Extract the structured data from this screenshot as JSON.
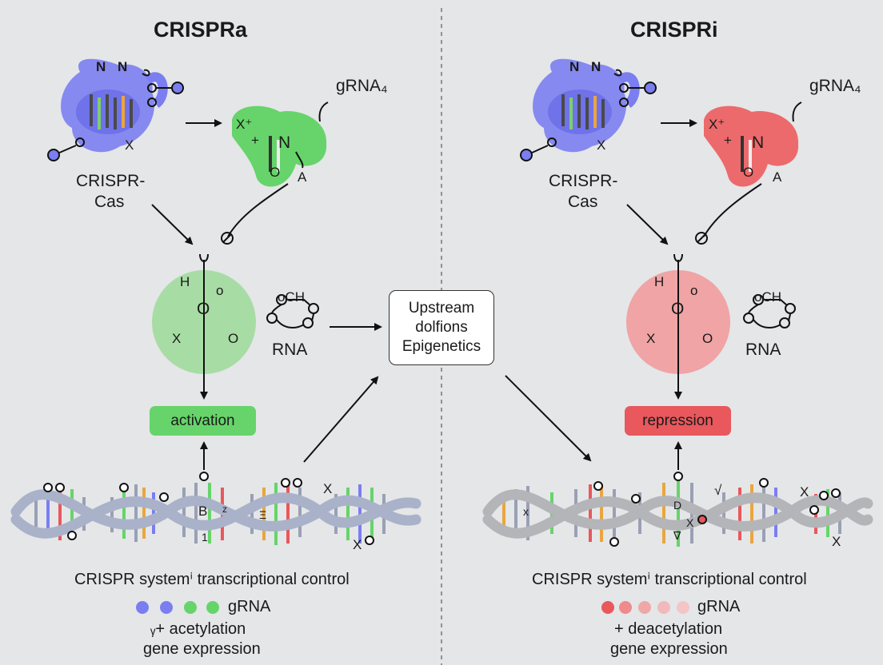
{
  "left": {
    "title": "CRISPRa",
    "complex_label_line1": "CRISPR-",
    "complex_label_line2": "Cas",
    "grna_label": "gRNA₄",
    "effector_letters": [
      "X⁺",
      "+",
      "N",
      "O",
      "A"
    ],
    "complex_letters": [
      "N",
      "N",
      "X"
    ],
    "circle_letters": [
      "H",
      "o",
      "O",
      "X",
      "O"
    ],
    "rna_label": "RNA",
    "rna_tag": "oCH",
    "result_label": "activation",
    "dna_letters": [
      "B",
      "z",
      "Ξ",
      "1",
      "X",
      "X"
    ],
    "caption": "CRISPR systemⁱ transcriptional control",
    "legend_grna": "gRNA",
    "legend_line2": "ᵧ+ acetylation",
    "legend_line3": "gene expression",
    "legend_dot_colors": [
      "#7b7ef0",
      "#7b7ef0",
      "#66d46a",
      "#66d46a"
    ]
  },
  "right": {
    "title": "CRISPRi",
    "complex_label_line1": "CRISPR-",
    "complex_label_line2": "Cas",
    "grna_label": "gRNA₄",
    "effector_letters": [
      "X⁺",
      "+",
      "N",
      "O",
      "A"
    ],
    "complex_letters": [
      "N",
      "N",
      "X"
    ],
    "circle_letters": [
      "H",
      "o",
      "O",
      "X",
      "O"
    ],
    "rna_label": "RNA",
    "rna_tag": "oCH",
    "result_label": "repression",
    "dna_letters": [
      "D",
      "√",
      "X",
      "∇",
      "X",
      "X",
      "x"
    ],
    "caption": "CRISPR systemⁱ transcriptional control",
    "legend_grna": "gRNA",
    "legend_line2": "+ deacetylation",
    "legend_line3": "gene expression",
    "legend_dot_colors": [
      "#e8585c",
      "#ee8b8d",
      "#f0a7a8",
      "#f2b9ba",
      "#f4c5c6"
    ]
  },
  "center": {
    "line1": "Upstream",
    "line2": "dolfions",
    "line3": "Epigenetics"
  },
  "colors": {
    "cas_protein": "#7b7ef0",
    "activator": "#66d46a",
    "repressor": "#ec6a6c",
    "activation_pill": "#66d46a",
    "repression_pill": "#e8585c",
    "activation_circle": "#a8dca5",
    "repression_circle": "#f0a4a5",
    "dna_backbone_left": "#a9b2c9",
    "dna_backbone_right": "#b3b5b8",
    "background": "#e4e6e8"
  }
}
